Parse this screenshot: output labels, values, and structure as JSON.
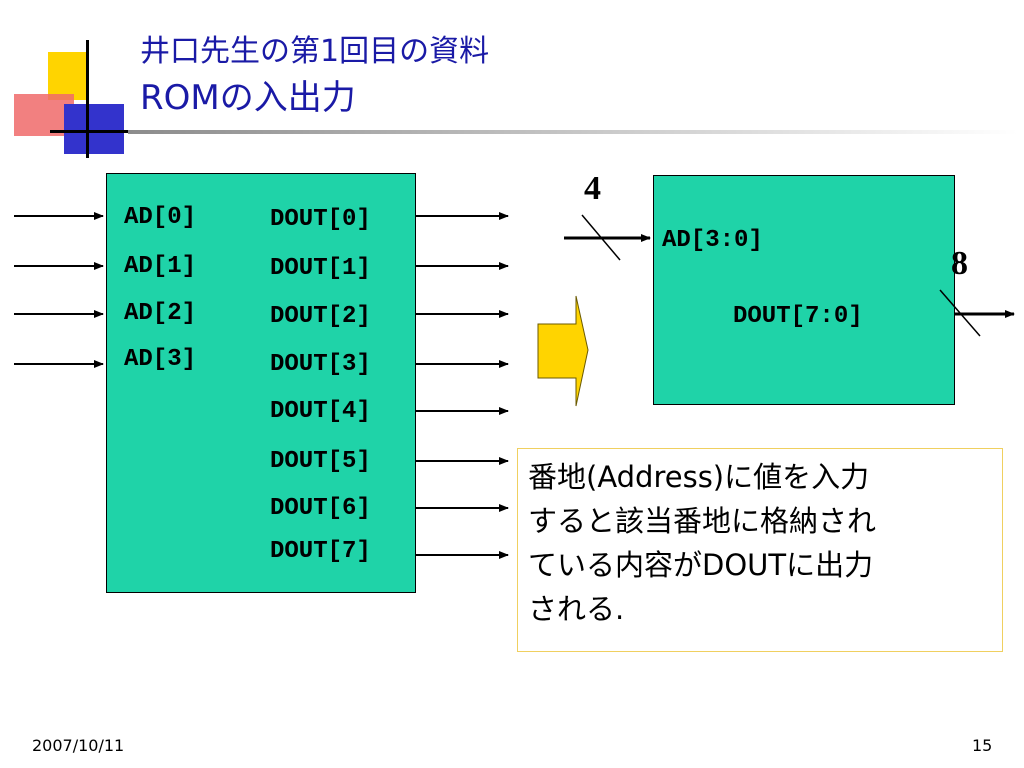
{
  "slide": {
    "title_line1": "井口先生の第1回目の資料",
    "title_line2": "ROMの入出力",
    "date": "2007/10/11",
    "page_number": "15"
  },
  "rom_detailed": {
    "inputs": [
      "AD[0]",
      "AD[1]",
      "AD[2]",
      "AD[3]"
    ],
    "outputs": [
      "DOUT[0]",
      "DOUT[1]",
      "DOUT[2]",
      "DOUT[3]",
      "DOUT[4]",
      "DOUT[5]",
      "DOUT[6]",
      "DOUT[7]"
    ]
  },
  "rom_bus": {
    "address_label": "AD[3:0]",
    "data_label": "DOUT[7:0]",
    "address_width": "4",
    "data_width": "8"
  },
  "note": {
    "lines": [
      "番地(Address)に値を入力",
      "すると該当番地に格納され",
      "ている内容がDOUTに出力",
      "される."
    ]
  },
  "colors": {
    "block_fill": "#1fd3a8",
    "title_color": "#1a1aa6",
    "arrow_fill": "#ffd400"
  }
}
